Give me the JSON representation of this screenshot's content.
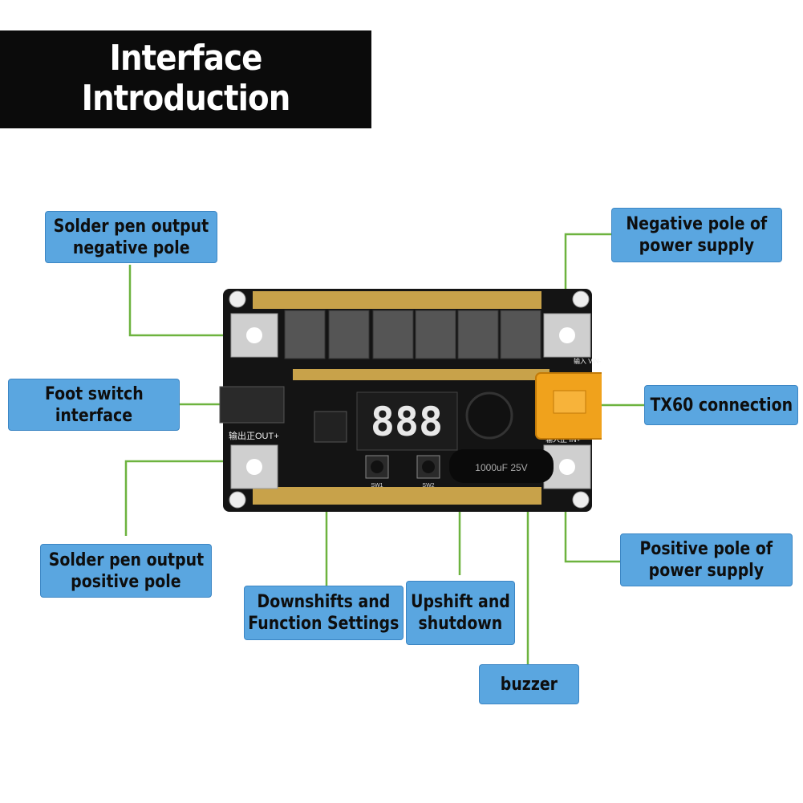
{
  "title": {
    "line1": "Interface",
    "line2": "Introduction"
  },
  "labels": {
    "solder_neg": [
      "Solder pen output",
      "negative pole"
    ],
    "foot_switch": [
      "Foot switch",
      "interface"
    ],
    "solder_pos": [
      "Solder pen output",
      "positive pole"
    ],
    "downshift": [
      "Downshifts and",
      "Function Settings"
    ],
    "upshift": [
      "Upshift and",
      "shutdown"
    ],
    "buzzer": [
      "buzzer"
    ],
    "power_neg": [
      "Negative pole of",
      "power supply"
    ],
    "tx60": [
      "TX60 connection"
    ],
    "power_pos": [
      "Positive pole of",
      "power supply"
    ]
  },
  "board": {
    "display": "888",
    "silk_out": "输出正OUT+",
    "silk_in": "输入正 IN+",
    "silk_vin": "输入 VIN-",
    "sw1": "SW1",
    "sw2": "SW2",
    "cap_text": "1000uF 25V"
  },
  "colors": {
    "label_fill": "#5aa6e0",
    "leader_line": "#6db33f",
    "title_bg": "#0b0b0b",
    "connector": "#f0a21c"
  }
}
